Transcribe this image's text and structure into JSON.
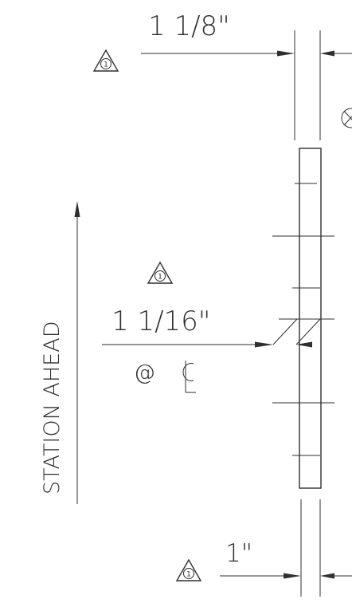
{
  "dimensions": {
    "top_value": "1  1/8\"",
    "center_value": "1  1/16\"",
    "center_note": "@",
    "bottom_value": "1\""
  },
  "direction_label": "STATION AHEAD",
  "revision_marker": "1"
}
